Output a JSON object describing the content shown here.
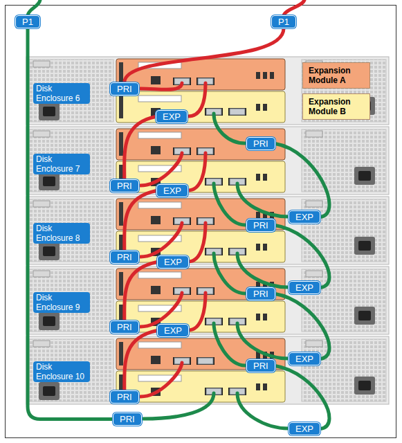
{
  "diagram": {
    "nodes": [
      {
        "text": [
          "P1"
        ]
      },
      {
        "text": [
          "P1"
        ]
      },
      {
        "text": [
          "Disk Enclosure 6"
        ]
      },
      {
        "text": [
          "PRI"
        ]
      },
      {
        "text": [
          "EXP"
        ]
      },
      {
        "text": [
          "PRI"
        ]
      },
      {
        "text": [
          "Disk Enclosure 7"
        ]
      },
      {
        "text": [
          "PRI"
        ]
      },
      {
        "text": [
          "EXP"
        ]
      },
      {
        "text": [
          "EXP"
        ]
      },
      {
        "text": [
          "PRI"
        ]
      },
      {
        "text": [
          "Disk Enclosure 8"
        ]
      },
      {
        "text": [
          "PRI"
        ]
      },
      {
        "text": [
          "EXP"
        ]
      },
      {
        "text": [
          "EXP"
        ]
      },
      {
        "text": [
          "PRI"
        ]
      },
      {
        "text": [
          "Disk Enclosure 9"
        ]
      },
      {
        "text": [
          "PRI"
        ]
      },
      {
        "text": [
          "EXP"
        ]
      },
      {
        "text": [
          "EXP"
        ]
      },
      {
        "text": [
          "PRI"
        ]
      },
      {
        "text": [
          "Disk Enclosure 10"
        ]
      },
      {
        "text": [
          "PRI"
        ]
      },
      {
        "text": [
          "PRI"
        ]
      },
      {
        "text": [
          "EXP"
        ]
      }
    ],
    "edges": [
      {
        "from": 1,
        "to": 3,
        "arrow": "none"
      },
      {
        "from": 4,
        "to": 7,
        "arrow": "none"
      },
      {
        "from": 8,
        "to": 12,
        "arrow": "none"
      },
      {
        "from": 13,
        "to": 17,
        "arrow": "none"
      },
      {
        "from": 18,
        "to": 22,
        "arrow": "none"
      },
      {
        "from": 0,
        "to": 23,
        "arrow": "none"
      },
      {
        "from": 9,
        "to": 5,
        "arrow": "none"
      },
      {
        "from": 14,
        "to": 10,
        "arrow": "none"
      },
      {
        "from": 19,
        "to": 15,
        "arrow": "none"
      },
      {
        "from": 24,
        "to": 20,
        "arrow": "none"
      }
    ],
    "legend": [
      {
        "text": "Expansion Module A",
        "color": "#f4a57a"
      },
      {
        "text": "Expansion Module B",
        "color": "#fdf0a8"
      }
    ]
  }
}
